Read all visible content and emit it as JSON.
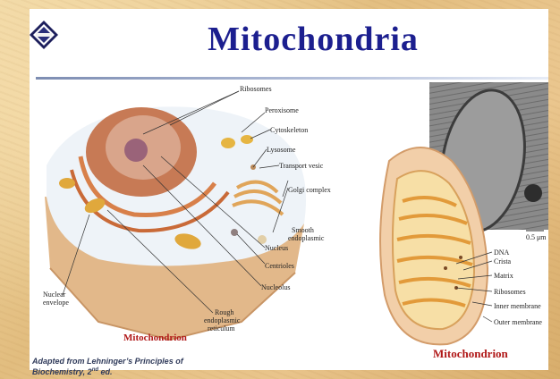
{
  "slide": {
    "title": "Mitochondria",
    "logo_icon": "diamond-badge-icon"
  },
  "cell_figure": {
    "labels": {
      "ribosomes": "Ribosomes",
      "peroxisome": "Peroxisome",
      "cytoskeleton": "Cytoskeleton",
      "lysosome": "Lysosome",
      "transport": "Transport vesic",
      "golgi": "Golgi complex",
      "smooth1": "Smooth",
      "smooth2": "endoplasmic",
      "nucleus": "Nucleus",
      "centrioles": "Centrioles",
      "nucleolus": "Nucleolus",
      "nuclear1": "Nuclear",
      "nuclear2": "envelope",
      "rough1": "Rough",
      "rough2": "endoplasmic",
      "rough3": "reticulum"
    },
    "caption": "Mitochondrion"
  },
  "mito_figure": {
    "scale_bar": "0.5 μm",
    "labels": {
      "dna": "DNA",
      "crista": "Crista",
      "matrix": "Matrix",
      "ribosomes": "Ribosomes",
      "inner": "Inner membrane",
      "outer": "Outer membrane"
    },
    "caption": "Mitochondrion"
  },
  "credit": {
    "line1": "Adapted from Lehninger’s Principles of",
    "line2_pre": "Biochemistry, 2",
    "line2_sup": "nd",
    "line2_post": " ed."
  }
}
